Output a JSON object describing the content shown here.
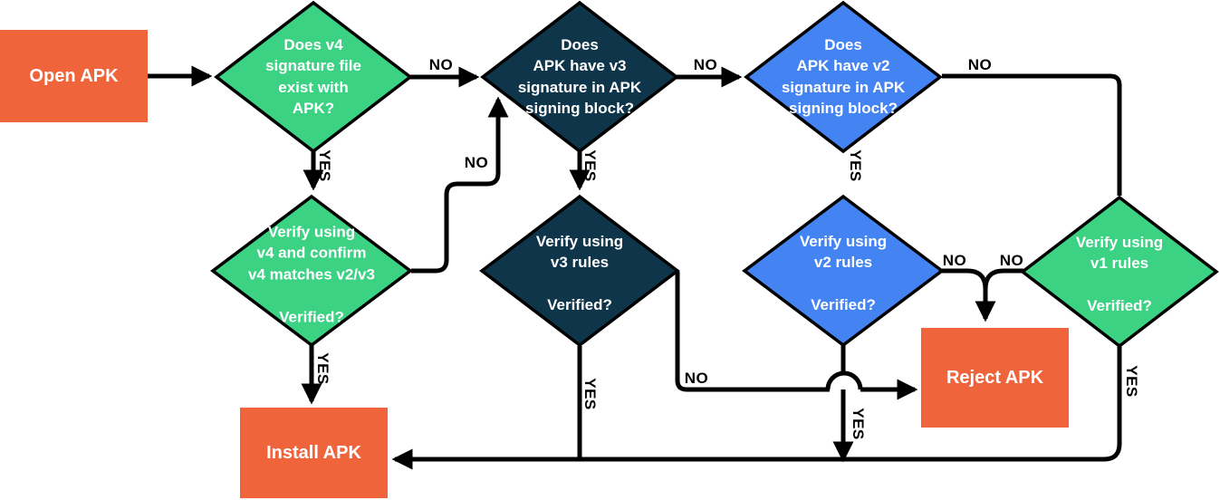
{
  "labels": {
    "yes": "YES",
    "no": "NO"
  },
  "nodes": {
    "open": {
      "label": "Open APK"
    },
    "v4_exists": {
      "label": "Does v4\nsignature file\nexist with\nAPK?"
    },
    "v3_block": {
      "label": "Does\nAPK have v3\nsignature in APK\nsigning block?"
    },
    "v2_block": {
      "label": "Does\nAPK have v2\nsignature in APK\nsigning block?"
    },
    "v4_verify": {
      "label": "Verify using\nv4 and confirm\nv4 matches v2/v3\n\nVerified?"
    },
    "v3_verify": {
      "label": "Verify using\nv3 rules\n\nVerified?"
    },
    "v2_verify": {
      "label": "Verify using\nv2 rules\n\nVerified?"
    },
    "v1_verify": {
      "label": "Verify using\nv1 rules\n\nVerified?"
    },
    "reject": {
      "label": "Reject APK"
    },
    "install": {
      "label": "Install APK"
    }
  },
  "colors": {
    "orange": "#F0643C",
    "green": "#3CD283",
    "navy": "#0E354A",
    "blue": "#4484F2",
    "line": "#000000",
    "node_text": "#FFFFFF",
    "label_text": "#000000"
  }
}
